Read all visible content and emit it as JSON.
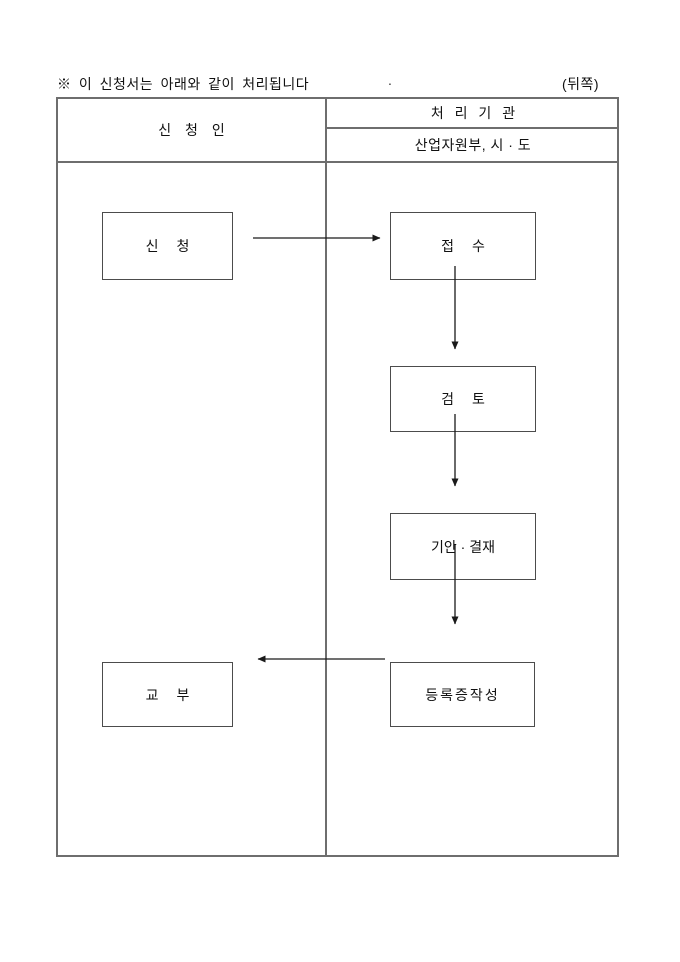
{
  "page": {
    "note": "※ 이 신청서는 아래와 같이 처리됩니다",
    "note_period": ".",
    "back_side_label": "(뒤쪽)"
  },
  "table": {
    "applicant_column_header": "신 청 인",
    "agency_column_header": "처 리 기 관",
    "agency_sub_header": "산업자원부, 시 · 도"
  },
  "flow": {
    "nodes": {
      "apply": "신 청",
      "receive": "접 수",
      "review": "검 토",
      "draft_approval": "기안 · 결재",
      "certificate_creation": "등록증작성",
      "issue": "교 부"
    },
    "connections": [
      {
        "from": "apply",
        "to": "receive"
      },
      {
        "from": "receive",
        "to": "review"
      },
      {
        "from": "review",
        "to": "draft_approval"
      },
      {
        "from": "draft_approval",
        "to": "certificate_creation"
      },
      {
        "from": "certificate_creation",
        "to": "issue"
      }
    ]
  },
  "colors": {
    "text": "#111111",
    "table_border": "#6e6e6e",
    "box_border": "#4c4c4c",
    "arrow": "#1a1a1a",
    "background": "#ffffff"
  }
}
